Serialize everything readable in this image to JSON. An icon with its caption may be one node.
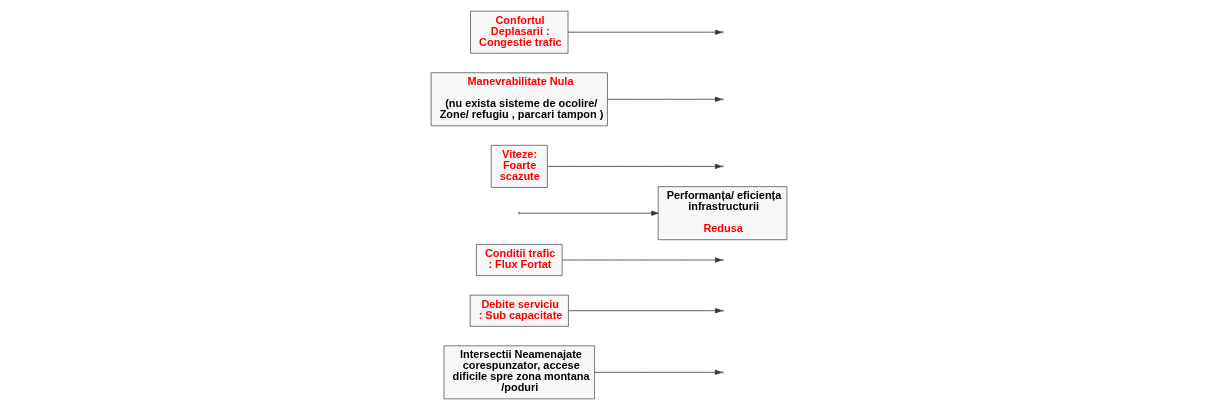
{
  "diagram": {
    "nodes": [
      {
        "text": [
          "Intersectii Neamenajate corespunzator, accese dificile spre zona montana /poduri"
        ]
      },
      {
        "text": [
          "Debite serviciu : Sub capacitate"
        ]
      },
      {
        "text": [
          "Conditii trafic : Flux Fortat"
        ]
      },
      {
        "text": [
          "Performanța/ eficiența infrastructurii",
          "Redusa"
        ]
      },
      {
        "text": [
          "Viteze: Foarte scazute"
        ]
      },
      {
        "text": [
          "Manevrabilitate Nula",
          "(nu exista sisteme de ocolire/ Zone/ refugiu , parcari tampon )"
        ]
      },
      {
        "text": [
          "Confortul Deplasarii : Congestie trafic"
        ]
      }
    ],
    "edges": [
      {
        "from": null,
        "to": 3,
        "arrow": "to"
      },
      {
        "from": 0,
        "to": null,
        "arrow": "to"
      },
      {
        "from": 1,
        "to": null,
        "arrow": "to"
      },
      {
        "from": 2,
        "to": null,
        "arrow": "to"
      },
      {
        "from": 4,
        "to": null,
        "arrow": "to"
      },
      {
        "from": 5,
        "to": null,
        "arrow": "to"
      },
      {
        "from": 6,
        "to": null,
        "arrow": "to"
      }
    ]
  }
}
